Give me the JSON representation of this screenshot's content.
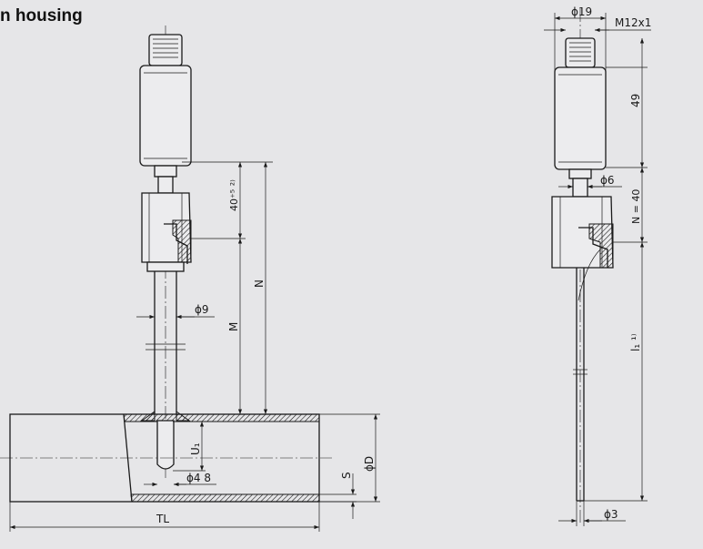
{
  "title": "n housing",
  "left_view": {
    "dims": {
      "d9": "ϕ9",
      "dim_40": "40⁺⁵ ²⁾",
      "N": "N",
      "M": "M",
      "U1": "U₁",
      "d48": "ϕ4 8",
      "S": "S",
      "D": "ϕD",
      "TL": "TL"
    }
  },
  "right_view": {
    "dims": {
      "d19": "ϕ19",
      "thread": "M12x1",
      "dim_49": "49",
      "d6": "ϕ6",
      "N40": "N = 40",
      "l1": "l₁ ¹⁾",
      "d3": "ϕ3"
    }
  },
  "colors": {
    "background": "#e6e6e8",
    "ink": "#1a1a1a"
  }
}
